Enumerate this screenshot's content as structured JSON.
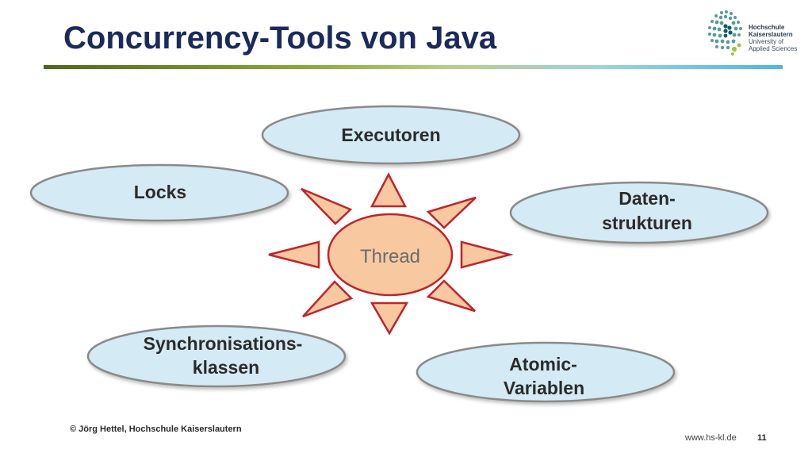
{
  "slide": {
    "title": "Concurrency-Tools von Java",
    "footer_copyright": "© Jörg Hettel, Hochschule Kaiserslautern",
    "footer_url": "www.hs-kl.de",
    "page_number": "11"
  },
  "logo": {
    "icon": "hs-kl-dot-logo-icon",
    "line1": "Hochschule",
    "line2": "Kaiserslautern",
    "line3": "University of",
    "line4": "Applied Sciences"
  },
  "diagram": {
    "center_label": "Thread",
    "nodes": {
      "executoren": "Executoren",
      "locks": "Locks",
      "datenstrukturen_line1": "Daten-",
      "datenstrukturen_line2": "strukturen",
      "synchronisationsklassen_line1": "Synchronisations-",
      "synchronisationsklassen_line2": "klassen",
      "atomic_variablen_line1": "Atomic-",
      "atomic_variablen_line2": "Variablen"
    },
    "colors": {
      "node_fill": "#d4eaf4",
      "node_stroke": "#8a8a8a",
      "sun_fill": "#f8c9a0",
      "sun_stroke": "#c0242a",
      "title": "#1b2a5c"
    }
  }
}
